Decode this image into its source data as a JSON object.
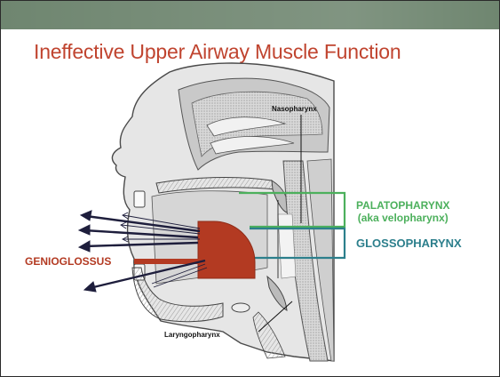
{
  "slide": {
    "title": "Ineffective Upper Airway Muscle Function"
  },
  "labels": {
    "nasopharynx": "Nasopharynx",
    "laryngopharynx": "Laryngopharynx",
    "palatopharynx_line1": "PALATOPHARYNX",
    "palatopharynx_line2": "(aka velopharynx)",
    "glossopharynx": "GLOSSOPHARYNX",
    "genioglossus": "GENIOGLOSSUS"
  },
  "colors": {
    "title": "#c0442f",
    "top_bar": "#6f8670",
    "palatopharynx": "#4cb05c",
    "glossopharynx": "#2c7f8c",
    "genioglossus": "#b33a22",
    "arrows": "#1e1e3c"
  }
}
